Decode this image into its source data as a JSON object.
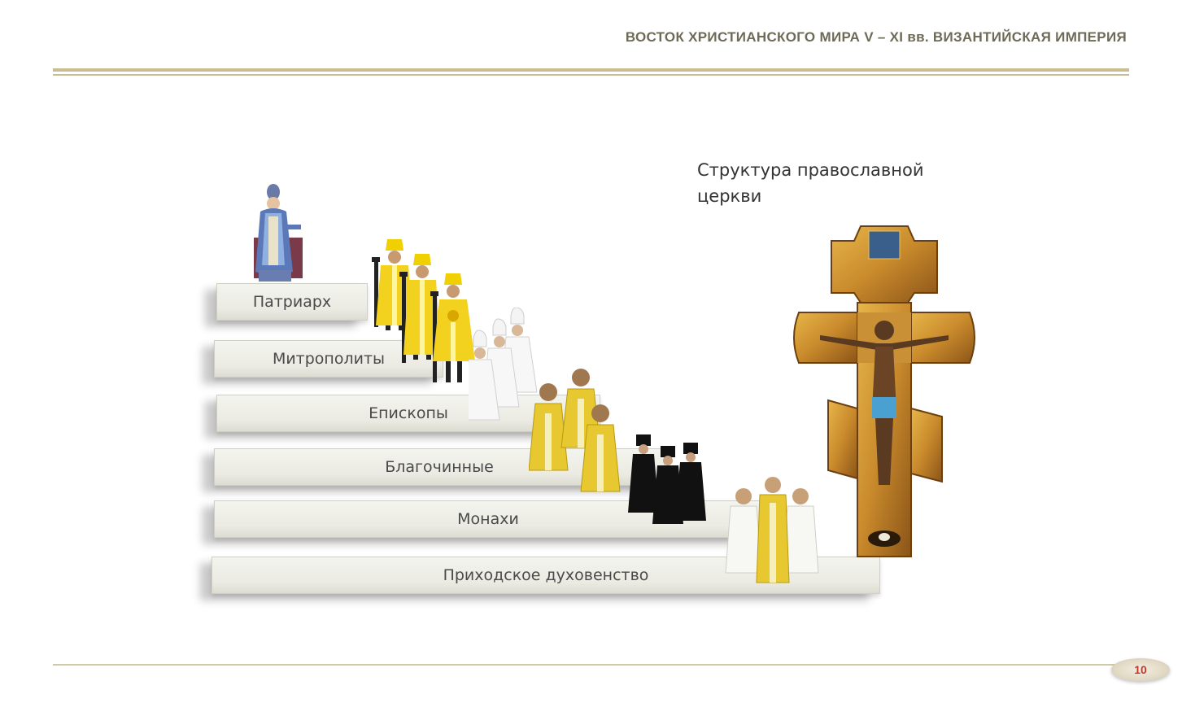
{
  "header": {
    "title": "ВОСТОК ХРИСТИАНСКОГО  МИРА V – XI вв. ВИЗАНТИЙСКАЯ ИМПЕРИЯ"
  },
  "diagram": {
    "title": "Структура православной церкви",
    "steps": [
      {
        "label": "Патриарх"
      },
      {
        "label": "Митрополиты"
      },
      {
        "label": "Епископы"
      },
      {
        "label": "Благочинные"
      },
      {
        "label": "Монахи"
      },
      {
        "label": "Приходское духовенство"
      }
    ]
  },
  "footer": {
    "page_number": "10"
  },
  "colors": {
    "accent_rule": "#c9bd92",
    "header_text": "#6e6a58",
    "page_number": "#c0392b",
    "vestment_gold": "#f2d21e",
    "vestment_white": "#f7f7f7",
    "cassock_black": "#111111"
  }
}
